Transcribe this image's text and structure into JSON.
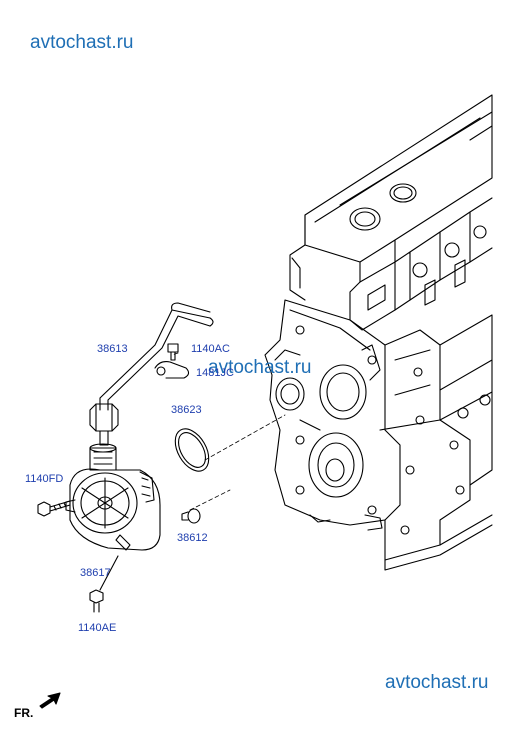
{
  "watermarks": {
    "top": "avtochast.ru",
    "middle": "avtochast.ru",
    "bottom": "avtochast.ru"
  },
  "part_labels": {
    "hose": "38613",
    "bolt_upper": "1140AC",
    "clip": "1481JC",
    "o_ring": "38623",
    "bolt_left": "1140FD",
    "plug": "38612",
    "vacuum_pump": "38617",
    "bolt_lower": "1140AE"
  },
  "direction_marker": "FR.",
  "colors": {
    "watermark": "#1f6fb5",
    "label": "#1f3fae",
    "line": "#000000"
  }
}
